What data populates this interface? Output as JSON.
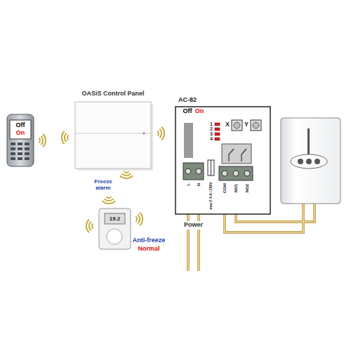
{
  "diagram": {
    "nodes": [
      {
        "text": [
          "Off",
          "On"
        ]
      },
      {
        "text": [
          "OASiS Control Panel"
        ]
      },
      {
        "text": [
          "19.2"
        ]
      },
      {
        "text": [
          "AC-82",
          "Off",
          "On"
        ]
      }
    ],
    "labels": [
      "Freeze alarm",
      "Anti-freeze",
      "Normal",
      "1",
      "2",
      "3",
      "4",
      "X",
      "Y",
      "L",
      "N",
      "max F 5 A / 250V",
      "COM",
      "NO1",
      "NO2",
      "Power"
    ]
  }
}
